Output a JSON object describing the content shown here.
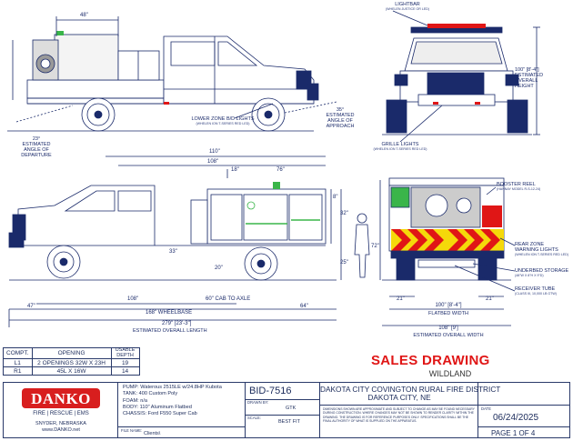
{
  "top_view": {
    "dim_width_48": "48\"",
    "lightbar_label": "LIGHTBAR",
    "lightbar_sub": "(WHELEN JUSTICE OR LED)",
    "height_dim": "100\" [8'-4\"]",
    "height_est_1": "ESTIMATED",
    "height_est_2": "OVERALL",
    "height_est_3": "HEIGHT",
    "lower_zone_label": "LOWER ZONE B/D LIGHTS",
    "lower_zone_sub": "(WHELEN ION T-SERIES RED LED)",
    "approach_angle": "35°",
    "approach_1": "ESTIMATED",
    "approach_2": "ANGLE OF",
    "approach_3": "APPROACH",
    "departure_angle": "23°",
    "departure_1": "ESTIMATED",
    "departure_2": "ANGLE OF",
    "departure_3": "DEPARTURE",
    "grille_label": "GRILLE LIGHTS",
    "grille_sub": "(WHELEN ION T-SERIES RED LED)"
  },
  "bottom_view": {
    "dim_110": "110\"",
    "dim_108": "108\"",
    "dim_18": "18\"",
    "dim_76": "76\"",
    "dim_8": "8\"",
    "dim_32": "32\"",
    "dim_72": "72\"",
    "dim_33": "33\"",
    "dim_20": "20\"",
    "dim_25": "25\"",
    "dim_47": "47\"",
    "dim_108b": "108\"",
    "cab_to_axle": "60\" CAB TO AXLE",
    "dim_64": "64\"",
    "wheelbase": "168\" WHEELBASE",
    "overall_length": "279\" [23'-3\"]",
    "overall_length_label": "ESTIMATED OVERALL LENGTH",
    "booster_label": "BOOSTER REEL",
    "booster_sub": "(HANNAY MODEL R-S-12-24)",
    "rear_zone_label_1": "REAR ZONE",
    "rear_zone_label_2": "WARNING LIGHTS",
    "rear_zone_sub": "(WHELEN ION T-SERIES RED LED)",
    "underbed_label": "UNDERBED STORAGE",
    "underbed_sub": "(48\"W X 8\"H X 9\"D)",
    "receiver_label": "RECEIVER TUBE",
    "receiver_sub": "(CLASS III, 10,000 LB GTW)",
    "dim_21a": "21\"",
    "dim_21b": "21\"",
    "flatbed_width": "100\" [8'-4\"]",
    "flatbed_width_label": "FLATBED WIDTH",
    "overall_width": "108\" [9']",
    "overall_width_label": "ESTIMATED OVERALL WIDTH"
  },
  "compartments": {
    "headers": [
      "COMPT.",
      "OPENING",
      "USABLE DEPTH"
    ],
    "rows": [
      [
        "L1",
        "2 OPENINGS 32W X 23H",
        "19"
      ],
      [
        "R1",
        "45L X 16W",
        "14"
      ]
    ]
  },
  "sales": {
    "title": "SALES DRAWING",
    "subtitle": "WILDLAND"
  },
  "title_block": {
    "logo": "DANKO",
    "logo_tagline": "FIRE | RESCUE | EMS",
    "company_city": "SNYDER, NEBRASKA",
    "company_web": "www.DANKO.net",
    "specs": [
      "PUMP: Waterous 2515LE w/24.8HP Kubota",
      "TANK: 400 Custom Poly",
      "FOAM: n/a",
      "BODY: 110\" Aluminum Flatbed",
      "CHASSIS: Ford F550 Super Cab"
    ],
    "file_name_label": "FILE NAME:",
    "file_name_value": "Clients\\",
    "job_no": "BID-7516",
    "drawn_by_label": "DRAWN BY:",
    "drawn_by": "GTK",
    "scale_label": "SCALE:",
    "scale": "BEST FIT",
    "customer_1": "DAKOTA CITY COVINGTON RURAL FIRE DISTRICT",
    "customer_2": "DAKOTA CITY, NE",
    "disclaimer": "DIMENSIONS SHOWN ARE APPROXIMATE AND SUBJECT TO CHANGE AS MAY BE FOUND NECESSARY DURING CONSTRUCTION. WHERE CHANGES MAY NOT BE SHOWN TO RENDER CLARITY WITHIN THE DRAWING. THE DRAWING IS FOR REFERENCE PURPOSES ONLY. SPECIFICATIONS SHALL BE THE FINAL AUTHORITY OF WHAT IS SUPPLIED ON THE APPARATUS.",
    "date_label": "DATE",
    "date": "06/24/2025",
    "page": "PAGE 1 OF 4"
  },
  "colors": {
    "line": "#1a2a6a",
    "red": "#e01616",
    "green": "#3ab54a",
    "chevron_yellow": "#f5d90a"
  }
}
